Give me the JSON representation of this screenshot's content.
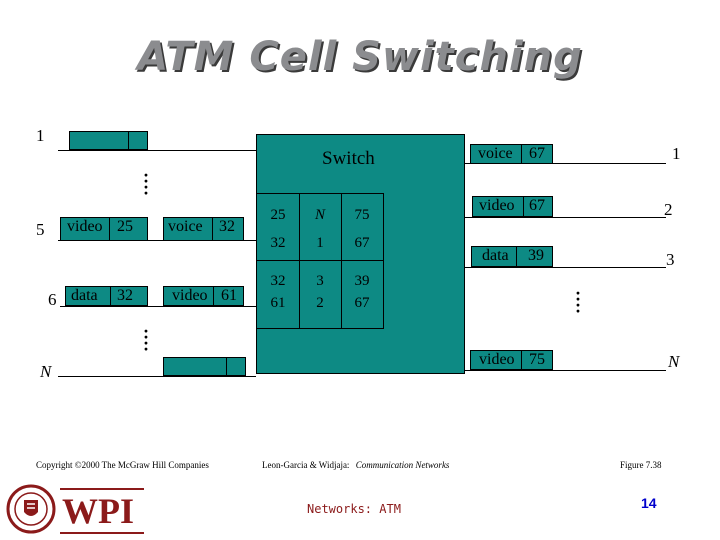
{
  "title": "ATM Cell Switching",
  "switch_label": "Switch",
  "inputs": [
    {
      "port": "1"
    },
    {
      "port": "5",
      "cell_a": {
        "type": "video",
        "vci": "25"
      },
      "cell_b": {
        "type": "voice",
        "vci": "32"
      }
    },
    {
      "port": "6",
      "cell_a": {
        "type": "data",
        "vci": "32"
      },
      "cell_b": {
        "type": "video",
        "vci": "61"
      }
    },
    {
      "port": "N"
    }
  ],
  "table": {
    "rows": [
      [
        "25",
        "N",
        "75"
      ],
      [
        "32",
        "1",
        "67"
      ],
      [
        "32",
        "3",
        "39"
      ],
      [
        "61",
        "2",
        "67"
      ]
    ]
  },
  "outputs": [
    {
      "port": "1",
      "type": "voice",
      "vci": "67"
    },
    {
      "port": "2",
      "type": "video",
      "vci": "67"
    },
    {
      "port": "3",
      "type": "data",
      "vci": "39"
    },
    {
      "port": "N",
      "type": "video",
      "vci": "75"
    }
  ],
  "footer": {
    "copyright": "Copyright ©2000 The McGraw Hill Companies",
    "authors": "Leon-Garcia & Widjaja:",
    "book": "Communication Networks",
    "figure": "Figure 7.38",
    "course": "Networks: ATM",
    "page": "14",
    "logo_text": "WPI"
  },
  "colors": {
    "cell": "#0d8a84",
    "title": "#8b8c8f",
    "footer_red": "#8b1a1a",
    "page_number": "#0000cc"
  }
}
